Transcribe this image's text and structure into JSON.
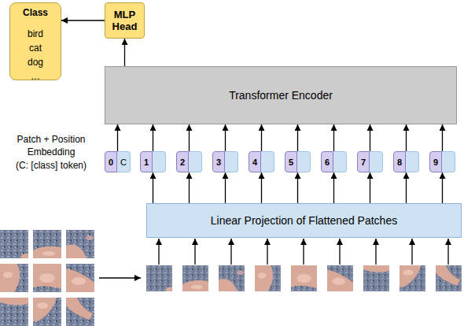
{
  "diagram": {
    "nodes": [
      {
        "text": [
          "Class",
          "bird",
          "cat",
          "dog",
          "…"
        ]
      },
      {
        "text": [
          "MLP Head"
        ]
      },
      {
        "text": [
          "Transformer Encoder"
        ]
      },
      {
        "text": [
          "0",
          "C"
        ]
      },
      {
        "text": [
          "1"
        ]
      },
      {
        "text": [
          "2"
        ]
      },
      {
        "text": [
          "3"
        ]
      },
      {
        "text": [
          "4"
        ]
      },
      {
        "text": [
          "5"
        ]
      },
      {
        "text": [
          "6"
        ]
      },
      {
        "text": [
          "7"
        ]
      },
      {
        "text": [
          "8"
        ]
      },
      {
        "text": [
          "9"
        ]
      },
      {
        "text": [
          "Linear Projection of Flattened Patches"
        ]
      }
    ],
    "edges": [
      {
        "from": 1,
        "to": 0,
        "arrow": "to"
      },
      {
        "from": 2,
        "to": 1,
        "arrow": "to"
      },
      {
        "from": 3,
        "to": 2,
        "arrow": "to"
      },
      {
        "from": 4,
        "to": 2,
        "arrow": "to"
      },
      {
        "from": 5,
        "to": 2,
        "arrow": "to"
      },
      {
        "from": 6,
        "to": 2,
        "arrow": "to"
      },
      {
        "from": 7,
        "to": 2,
        "arrow": "to"
      },
      {
        "from": 8,
        "to": 2,
        "arrow": "to"
      },
      {
        "from": 9,
        "to": 2,
        "arrow": "to"
      },
      {
        "from": 10,
        "to": 2,
        "arrow": "to"
      },
      {
        "from": 11,
        "to": 2,
        "arrow": "to"
      },
      {
        "from": 12,
        "to": 2,
        "arrow": "to"
      },
      {
        "from": 13,
        "to": 4,
        "arrow": "to"
      },
      {
        "from": 13,
        "to": 5,
        "arrow": "to"
      },
      {
        "from": 13,
        "to": 6,
        "arrow": "to"
      },
      {
        "from": 13,
        "to": 7,
        "arrow": "to"
      },
      {
        "from": 13,
        "to": 8,
        "arrow": "to"
      },
      {
        "from": 13,
        "to": 9,
        "arrow": "to"
      },
      {
        "from": 13,
        "to": 10,
        "arrow": "to"
      },
      {
        "from": 13,
        "to": 11,
        "arrow": "to"
      },
      {
        "from": 13,
        "to": 12,
        "arrow": "to"
      }
    ],
    "labels": [
      "Patch + Position Embedding",
      "(C: [class] token)"
    ]
  }
}
